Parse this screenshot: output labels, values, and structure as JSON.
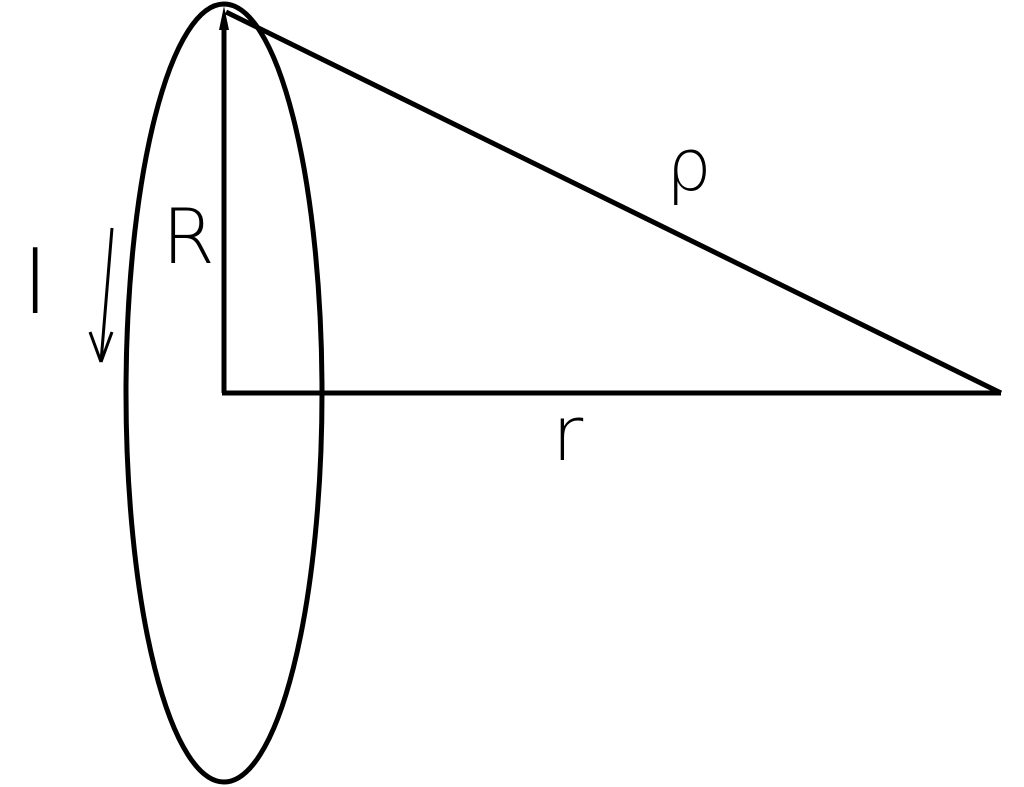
{
  "diagram": {
    "labels": {
      "radius": "R",
      "distance_slant": "ρ",
      "distance_axis": "r",
      "current": "I"
    },
    "colors": {
      "stroke": "#000000",
      "background": "#ffffff"
    }
  }
}
